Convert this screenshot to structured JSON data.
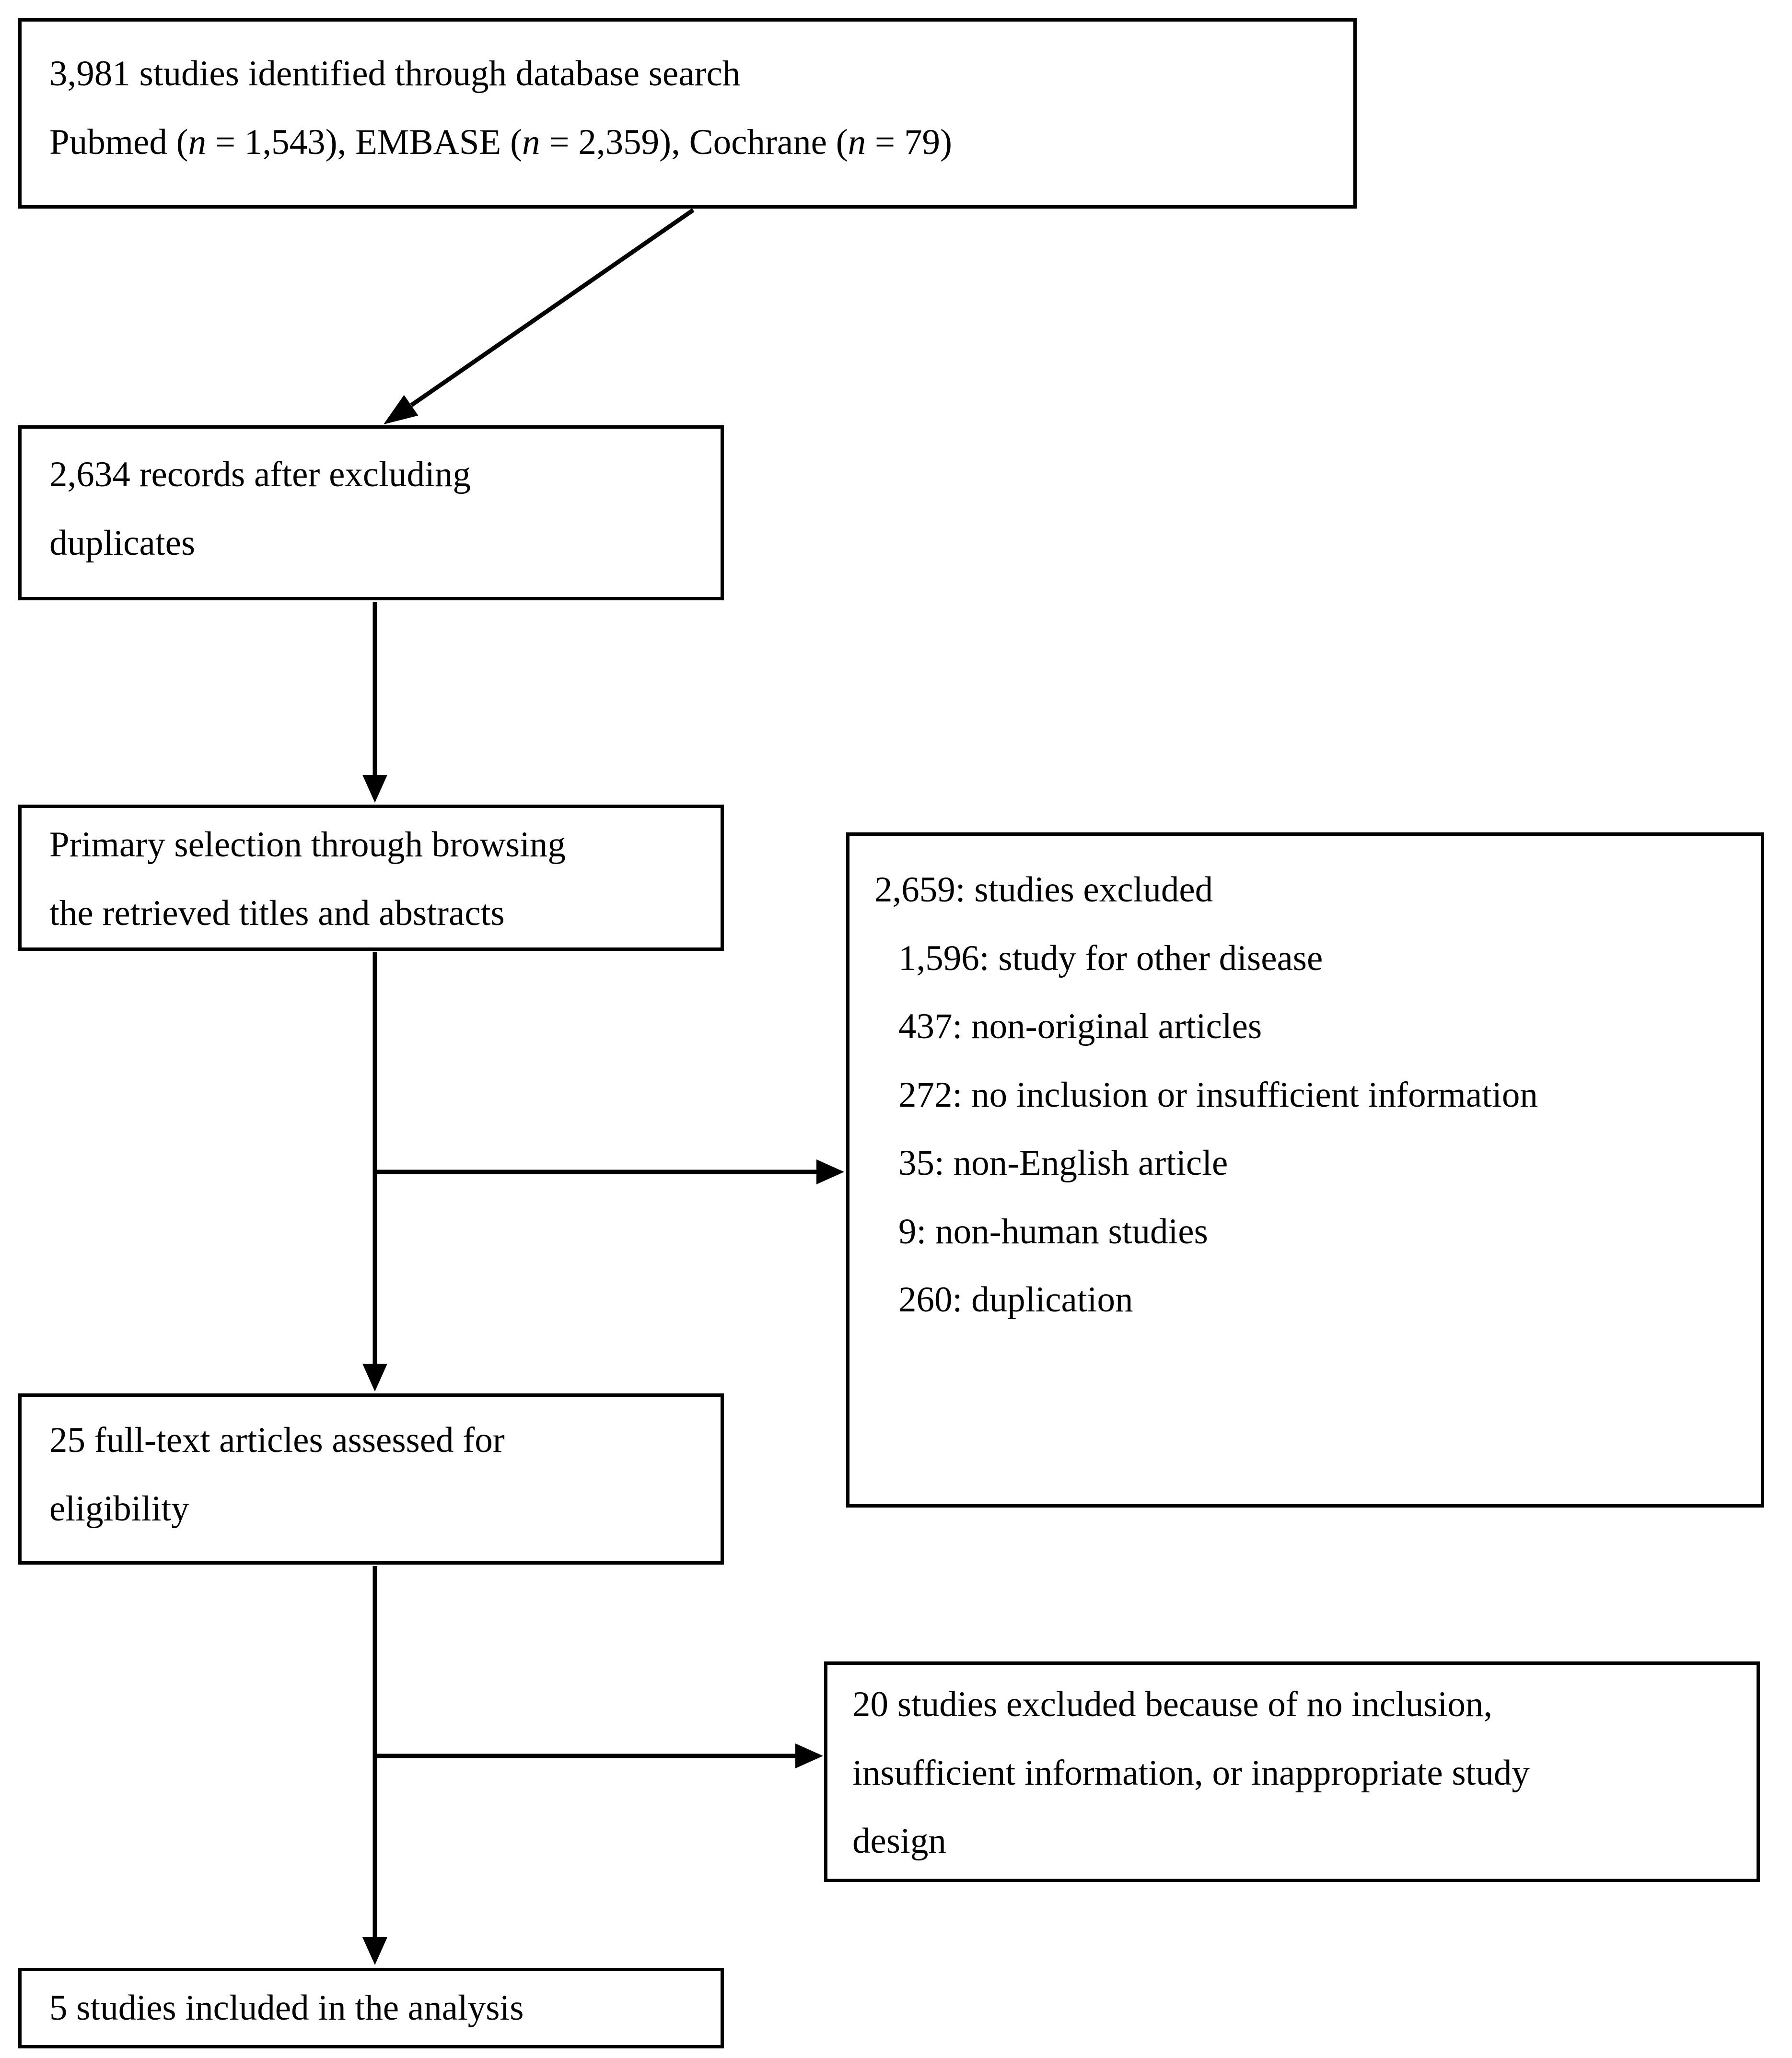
{
  "figure": {
    "background_color": "#ffffff",
    "line_color": "#000000",
    "text_color": "#000000"
  },
  "flowchart": {
    "identified": {
      "lines": [
        {
          "indent": false,
          "segments": [
            {
              "text": "3,981 studies identified through database search"
            }
          ]
        },
        {
          "indent": false,
          "segments": [
            {
              "text": "Pubmed ("
            },
            {
              "text": "n",
              "italic": true
            },
            {
              "text": " = 1,543), EMBASE ("
            },
            {
              "text": "n",
              "italic": true
            },
            {
              "text": " = 2,359), Cochrane ("
            },
            {
              "text": "n",
              "italic": true
            },
            {
              "text": " = 79)"
            }
          ]
        }
      ]
    },
    "deduplicated": {
      "lines": [
        {
          "indent": false,
          "segments": [
            {
              "text": "2,634 records after excluding"
            }
          ]
        },
        {
          "indent": false,
          "segments": [
            {
              "text": "duplicates"
            }
          ]
        }
      ]
    },
    "primary_selection": {
      "lines": [
        {
          "indent": false,
          "segments": [
            {
              "text": "Primary selection through browsing"
            }
          ]
        },
        {
          "indent": false,
          "segments": [
            {
              "text": "the retrieved titles and abstracts"
            }
          ]
        }
      ]
    },
    "excluded_primary": {
      "lines": [
        {
          "indent": false,
          "segments": [
            {
              "text": "2,659: studies excluded"
            }
          ]
        },
        {
          "indent": true,
          "segments": [
            {
              "text": "1,596: study for other disease"
            }
          ]
        },
        {
          "indent": true,
          "segments": [
            {
              "text": "437: non-original articles"
            }
          ]
        },
        {
          "indent": true,
          "segments": [
            {
              "text": "272: no inclusion or insufficient information"
            }
          ]
        },
        {
          "indent": true,
          "segments": [
            {
              "text": "35: non-English article"
            }
          ]
        },
        {
          "indent": true,
          "segments": [
            {
              "text": "9: non-human studies"
            }
          ]
        },
        {
          "indent": true,
          "segments": [
            {
              "text": "260: duplication"
            }
          ]
        }
      ]
    },
    "fulltext": {
      "lines": [
        {
          "indent": false,
          "segments": [
            {
              "text": "25 full-text articles assessed for"
            }
          ]
        },
        {
          "indent": false,
          "segments": [
            {
              "text": "eligibility"
            }
          ]
        }
      ]
    },
    "excluded_fulltext": {
      "lines": [
        {
          "indent": false,
          "segments": [
            {
              "text": "20 studies excluded because of no inclusion,"
            }
          ]
        },
        {
          "indent": false,
          "segments": [
            {
              "text": "insufficient information, or inappropriate study"
            }
          ]
        },
        {
          "indent": false,
          "segments": [
            {
              "text": "design"
            }
          ]
        }
      ]
    },
    "included": {
      "lines": [
        {
          "indent": false,
          "segments": [
            {
              "text": "5 studies included in the analysis"
            }
          ]
        }
      ]
    }
  }
}
